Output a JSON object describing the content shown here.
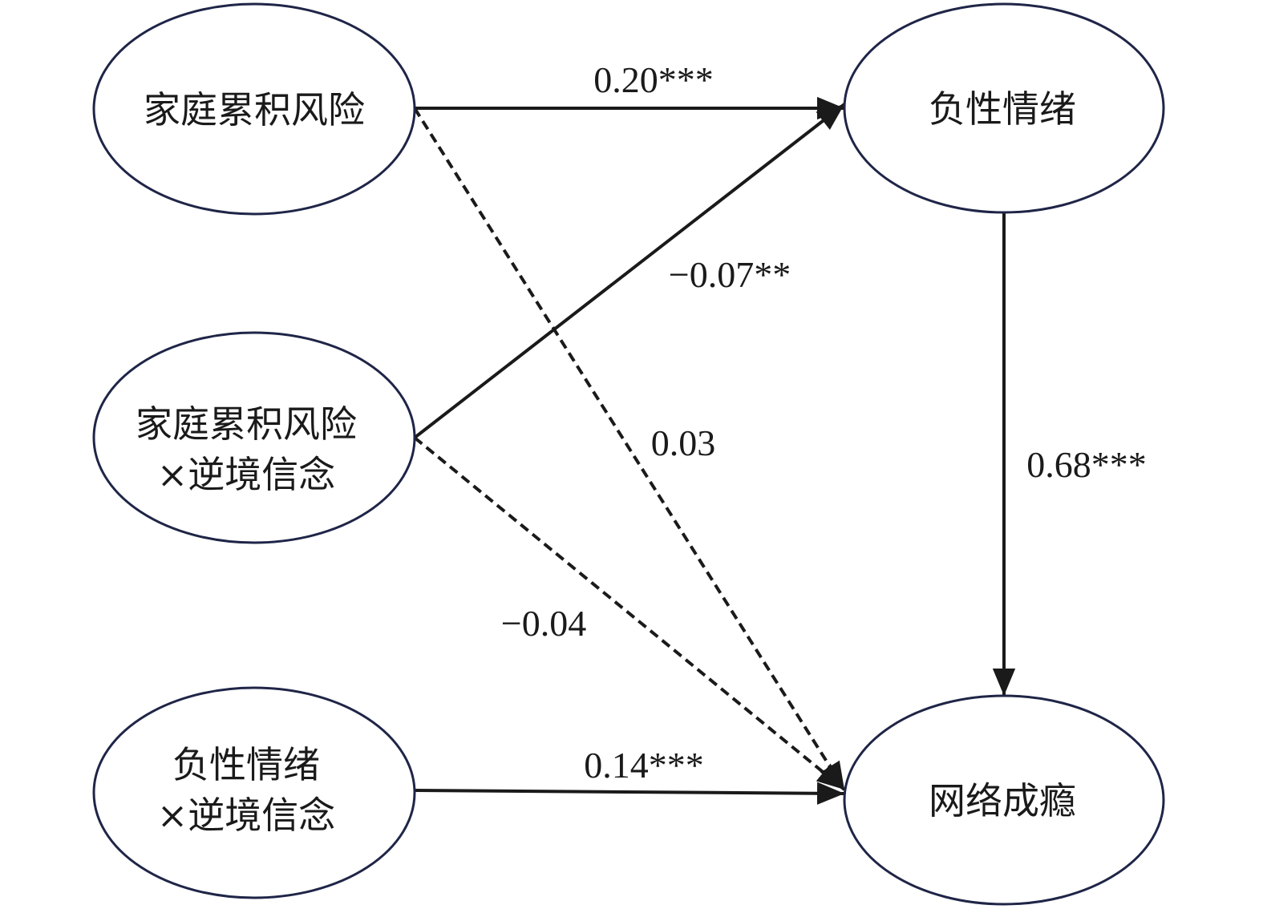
{
  "nodes": {
    "family_risk": {
      "label": "家庭累积风险"
    },
    "risk_x_belief": {
      "line1": "家庭累积风险",
      "line2": "×逆境信念"
    },
    "neg_x_belief": {
      "line1": "负性情绪",
      "line2": "×逆境信念"
    },
    "negative_emotion": {
      "label": "负性情绪"
    },
    "internet_addiction": {
      "label": "网络成瘾"
    }
  },
  "paths": {
    "risk_to_emotion": "0.20***",
    "interaction_to_emotion": "−0.07**",
    "risk_to_addiction": "0.03",
    "emotion_to_addiction": "0.68***",
    "interaction_to_addiction": "−0.04",
    "neg_interaction_to_addiction": "0.14***"
  },
  "colors": {
    "ellipse_stroke": "#1f2547",
    "arrow": "#1a1a1a"
  }
}
